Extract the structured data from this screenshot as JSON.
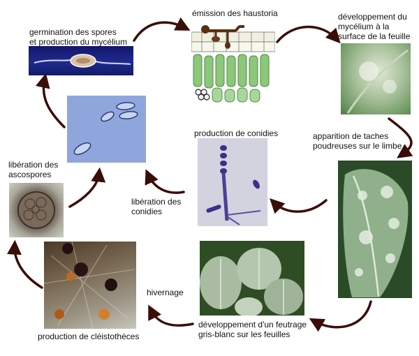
{
  "labels": {
    "germination": "germination des spores\net production du mycélium",
    "haustoria": "émission des haustoria",
    "mycelium_surface": "développement du\nmycélium à la\nsurface de la feuille",
    "taches": "apparition de taches\npoudreuses sur le limbe",
    "conidies_production": "production de conidies",
    "conidies_liberation": "libération des\nconidies",
    "ascospores": "libération des\nascospores",
    "hivernage": "hivernage",
    "feutrage": "développement d'un feutrage\ngris-blanc sur les feuilles",
    "cleistotheces": "production de cléistothèces"
  },
  "images": {
    "spore_germination": "germinating-spore-micrograph",
    "haustoria_section": "leaf-cross-section-haustoria-drawing",
    "leaf_mycelium": "leaf-surface-mycelium-photo",
    "leaf_spots": "powdery-leaf-spots-photo",
    "conidiophore": "conidiophore-micrograph",
    "conidia": "conidia-micrograph",
    "ascospores": "cleistothecium-ascospores-micrograph",
    "cleistothecia": "cleistothecia-photo",
    "felt_leaves": "gray-white-felt-leaves-photo"
  },
  "colors": {
    "arrow": "#3a0d08",
    "micro_blue": "#9fb3e0",
    "leaf_green": "#6f9a64"
  }
}
